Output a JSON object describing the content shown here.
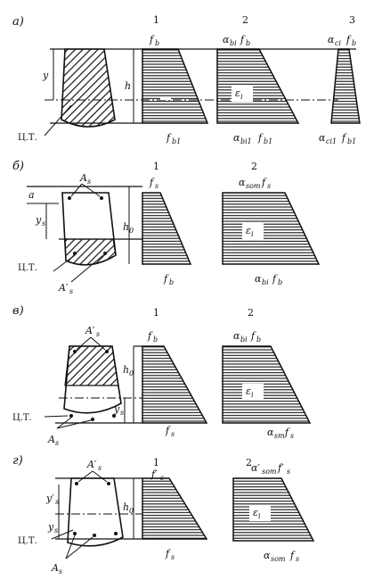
{
  "panels": [
    {
      "letter": "а)",
      "section_labels": {
        "y": "y",
        "h": "h",
        "ct": "Ц.Т."
      },
      "columns": [
        {
          "num": "1",
          "top": "f",
          "top_sub": "b",
          "bottom": "f",
          "bottom_sub": "b1"
        },
        {
          "num": "2",
          "top": "α",
          "top_sub": "bi",
          "top2": "f",
          "top2_sub": "b",
          "mid": "ε",
          "mid_sub": "i",
          "bottom": "α",
          "bottom_sub": "bi1",
          "bottom2": "f",
          "bottom2_sub": "b1"
        },
        {
          "num": "3",
          "top": "α",
          "top_sub": "ci",
          "top2": "f",
          "top2_sub": "b",
          "bottom": "α",
          "bottom_sub": "ci1",
          "bottom2": "f",
          "bottom2_sub": "b1"
        }
      ]
    },
    {
      "letter": "б)",
      "section_labels": {
        "a": "a",
        "As": "A",
        "As_sub": "s",
        "ys": "y",
        "ys_sub": "s",
        "h0": "h",
        "h0_sub": "0",
        "ct": "Ц.Т.",
        "As2": "A′",
        "As2_sub": "s"
      },
      "columns": [
        {
          "num": "1",
          "top": "f",
          "top_sub": "s",
          "bottom": "f",
          "bottom_sub": "b"
        },
        {
          "num": "2",
          "top": "α",
          "top_sub": "som",
          "top2": "f",
          "top2_sub": "s",
          "mid": "ε",
          "mid_sub": "i",
          "bottom": "α",
          "bottom_sub": "bi",
          "bottom2": "f",
          "bottom2_sub": "b"
        }
      ]
    },
    {
      "letter": "в)",
      "section_labels": {
        "As2": "A′",
        "As2_sub": "s",
        "h0": "h",
        "h0_sub": "0",
        "ys": "y",
        "ys_sub": "s",
        "ct": "Ц.Т.",
        "As": "A",
        "As_sub": "s"
      },
      "columns": [
        {
          "num": "1",
          "top": "f",
          "top_sub": "b",
          "bottom": "f",
          "bottom_sub": "s"
        },
        {
          "num": "2",
          "top": "α",
          "top_sub": "bi",
          "top2": "f",
          "top2_sub": "b",
          "mid": "ε",
          "mid_sub": "i",
          "bottom": "α",
          "bottom_sub": "sm",
          "bottom2": "f",
          "bottom2_sub": "s"
        }
      ]
    },
    {
      "letter": "г)",
      "section_labels": {
        "As2": "A′",
        "As2_sub": "s",
        "ys2": "y′",
        "ys2_sub": "s",
        "h0": "h",
        "h0_sub": "0",
        "ys": "y",
        "ys_sub": "s",
        "ct": "Ц.Т.",
        "As": "A",
        "As_sub": "s"
      },
      "columns": [
        {
          "num": "1",
          "top": "f′",
          "top_sub": "s",
          "bottom": "f",
          "bottom_sub": "s"
        },
        {
          "num": "2",
          "top": "α′",
          "top_sub": "som",
          "top2": "f′",
          "top2_sub": "s",
          "mid": "ε",
          "mid_sub": "i",
          "bottom": "α",
          "bottom_sub": "som",
          "bottom2": "f",
          "bottom2_sub": "s"
        }
      ]
    }
  ]
}
